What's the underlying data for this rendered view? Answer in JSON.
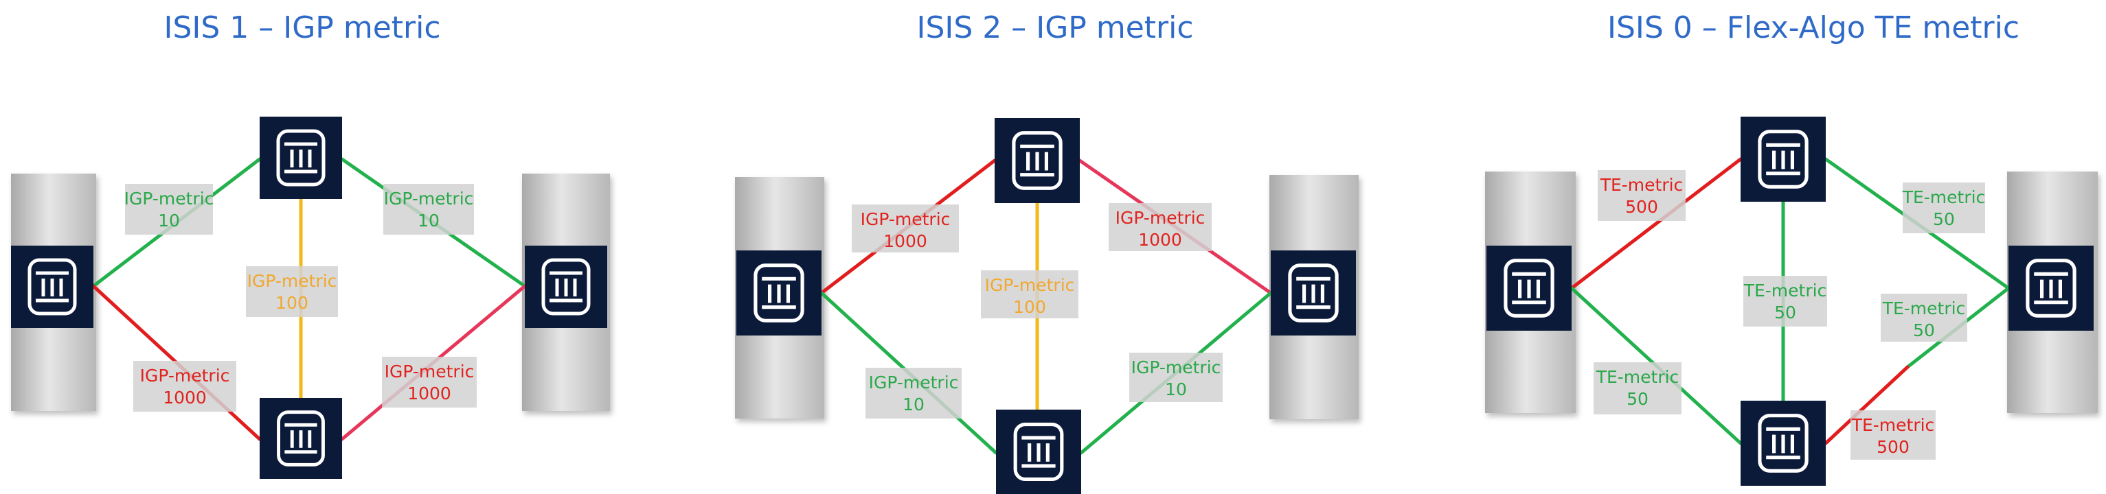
{
  "colors": {
    "title": "#2f6ac8",
    "router_fill": "#0c1a3a",
    "green": "#22b14c",
    "red": "#e11d1d",
    "pink": "#e6365a",
    "orange": "#f2b81c",
    "label_bg": "#d2d2d2",
    "label_green_text": "#2aa84a",
    "label_red_text": "#e0231f",
    "label_orange_text": "#f0a830"
  },
  "router_icon": "router-icon",
  "panels": [
    {
      "title": "ISIS 1 – IGP metric",
      "links": [
        {
          "id": "left-top",
          "color": "green",
          "label": "IGP-metric",
          "value": "10",
          "label_color": "green"
        },
        {
          "id": "top-right",
          "color": "green",
          "label": "IGP-metric",
          "value": "10",
          "label_color": "green"
        },
        {
          "id": "top-bottom",
          "color": "orange",
          "label": "IGP-metric",
          "value": "100",
          "label_color": "orange"
        },
        {
          "id": "left-bottom",
          "color": "red",
          "label": "IGP-metric",
          "value": "1000",
          "label_color": "red"
        },
        {
          "id": "bottom-right",
          "color": "pink",
          "label": "IGP-metric",
          "value": "1000",
          "label_color": "red"
        }
      ]
    },
    {
      "title": "ISIS 2 – IGP metric",
      "links": [
        {
          "id": "left-top",
          "color": "red",
          "label": "IGP-metric",
          "value": "1000",
          "label_color": "red"
        },
        {
          "id": "top-right",
          "color": "pink",
          "label": "IGP-metric",
          "value": "1000",
          "label_color": "red"
        },
        {
          "id": "top-bottom",
          "color": "orange",
          "label": "IGP-metric",
          "value": "100",
          "label_color": "orange"
        },
        {
          "id": "left-bottom",
          "color": "green",
          "label": "IGP-metric",
          "value": "10",
          "label_color": "green"
        },
        {
          "id": "bottom-right",
          "color": "green",
          "label": "IGP-metric",
          "value": "10",
          "label_color": "green"
        }
      ]
    },
    {
      "title": "ISIS 0 – Flex-Algo TE metric",
      "links": [
        {
          "id": "left-top",
          "color": "red",
          "label": "TE-metric",
          "value": "500",
          "label_color": "red"
        },
        {
          "id": "top-right",
          "color": "green",
          "label": "TE-metric",
          "value": "50",
          "label_color": "green"
        },
        {
          "id": "top-bottom",
          "color": "green",
          "label": "TE-metric",
          "value": "50",
          "label_color": "green"
        },
        {
          "id": "left-bottom",
          "color": "green",
          "label": "TE-metric",
          "value": "50",
          "label_color": "green"
        },
        {
          "id": "bottom-right-upper",
          "color": "green",
          "label": "TE-metric",
          "value": "50",
          "label_color": "green"
        },
        {
          "id": "bottom-right-lower",
          "color": "red",
          "label": "TE-metric",
          "value": "500",
          "label_color": "red"
        }
      ]
    }
  ]
}
